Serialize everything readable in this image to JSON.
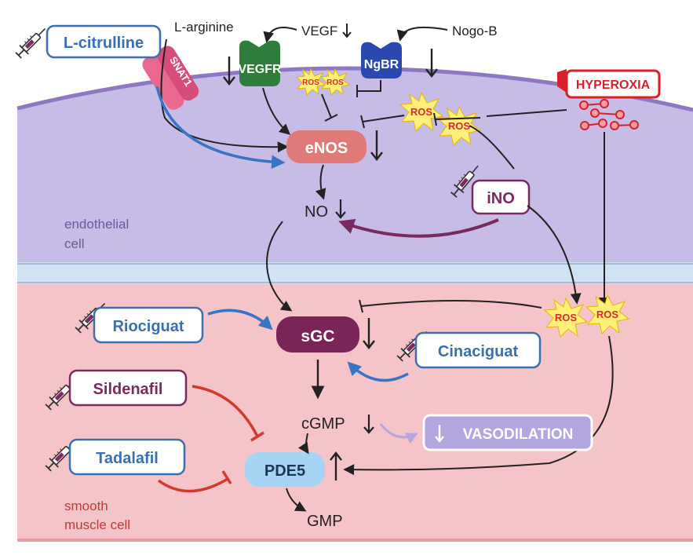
{
  "colors": {
    "endothelial_bg": "#c6bce6",
    "membrane_line": "#8e78c4",
    "interface_blue": "#cfe3f2",
    "smooth_muscle_bg": "#f5c4c8",
    "smooth_muscle_border": "#e79aa2",
    "enos_fill": "#e07a78",
    "sgc_fill": "#7b2457",
    "pde5_fill": "#a6d4f4",
    "vegfr_fill": "#2e7d3a",
    "ngbr_fill": "#2a49b0",
    "blue_arrow": "#3a74c4",
    "purple_arrow": "#7a2a5e",
    "red_inhibit": "#d2392f",
    "ros_burst": "#fff07a",
    "ros_text": "#d62b2b",
    "hyperoxia_red": "#d81f2a",
    "vasodilation_fill": "#b3a6de"
  },
  "labels": {
    "l_arginine": "L-arginine",
    "vegf": "VEGF",
    "nogo_b": "Nogo-B",
    "snat1": "SNAT1",
    "vegfr": "VEGFR",
    "ngbr": "NgBR",
    "enos": "eNOS",
    "no": "NO",
    "ros": "ROS",
    "hyperoxia": "HYPEROXIA",
    "endothelial_cell_1": "endothelial",
    "endothelial_cell_2": "cell",
    "sgc": "sGC",
    "cgmp": "cGMP",
    "pde5": "PDE5",
    "gmp": "GMP",
    "vasodilation": "VASODILATION",
    "smooth_muscle_1": "smooth",
    "smooth_muscle_2": "muscle cell"
  },
  "drugs": {
    "l_citrulline": "L-citrulline",
    "ino": "iNO",
    "riociguat": "Riociguat",
    "cinaciguat": "Cinaciguat",
    "sildenafil": "Sildenafil",
    "tadalafil": "Tadalafil"
  },
  "icons": {
    "syringe": "syringe-icon",
    "down_arrow": "down-arrow-icon",
    "up_arrow": "up-arrow-icon",
    "ros_burst": "ros-burst-icon",
    "oxygen_molecule": "oxygen-molecule-icon"
  }
}
